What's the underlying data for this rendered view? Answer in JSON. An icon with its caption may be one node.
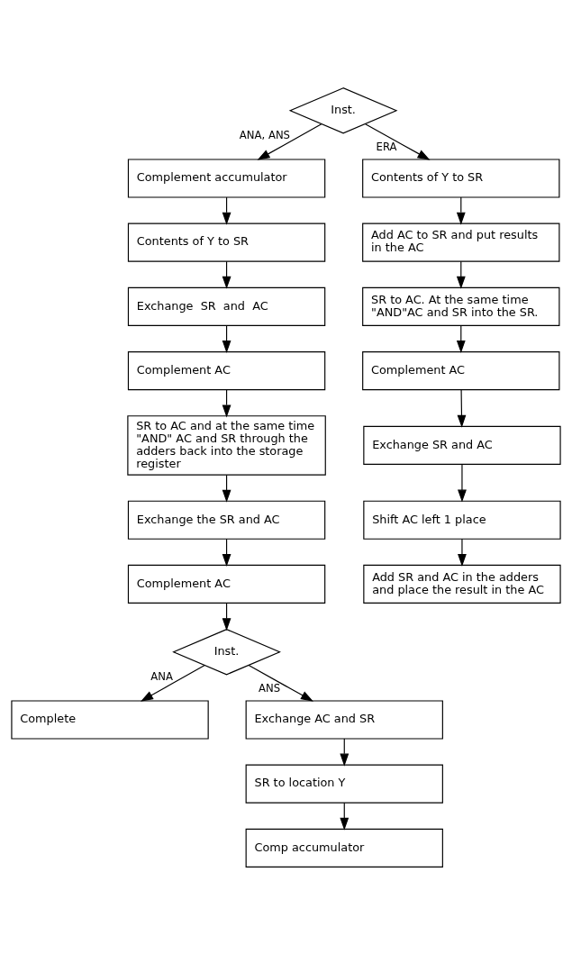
{
  "diagram": {
    "nodes": [
      {
        "text": [
          "Inst."
        ]
      },
      {
        "text": [
          "Complement accumulator"
        ]
      },
      {
        "text": [
          "Contents of Y to SR"
        ]
      },
      {
        "text": [
          "Exchange  SR  and  AC"
        ]
      },
      {
        "text": [
          "Complement AC"
        ]
      },
      {
        "text": [
          "SR to AC and at the same time \"AND\" AC and SR through the adders back into the storage register"
        ]
      },
      {
        "text": [
          "Exchange the SR and AC"
        ]
      },
      {
        "text": [
          "Complement AC"
        ]
      },
      {
        "text": [
          "Inst."
        ]
      },
      {
        "text": [
          "Complete"
        ]
      },
      {
        "text": [
          "Exchange AC and SR"
        ]
      },
      {
        "text": [
          "SR to location Y"
        ]
      },
      {
        "text": [
          "Comp accumulator"
        ]
      },
      {
        "text": [
          "Contents of Y to SR"
        ]
      },
      {
        "text": [
          "Add AC to SR and put results in the AC"
        ]
      },
      {
        "text": [
          "SR to AC. At the same time \"AND\"AC and SR into the SR."
        ]
      },
      {
        "text": [
          "Complement AC"
        ]
      },
      {
        "text": [
          "Exchange SR and AC"
        ]
      },
      {
        "text": [
          "Shift AC left 1 place"
        ]
      },
      {
        "text": [
          "Add SR and AC in the adders and place the result in the AC"
        ]
      }
    ],
    "edges": [
      {
        "from": 0,
        "to": 1,
        "arrow": "to",
        "label": "ANA, ANS"
      },
      {
        "from": 0,
        "to": 13,
        "arrow": "to",
        "label": "ERA"
      },
      {
        "from": 1,
        "to": 2,
        "arrow": "to"
      },
      {
        "from": 2,
        "to": 3,
        "arrow": "to"
      },
      {
        "from": 3,
        "to": 4,
        "arrow": "to"
      },
      {
        "from": 4,
        "to": 5,
        "arrow": "to"
      },
      {
        "from": 5,
        "to": 6,
        "arrow": "to"
      },
      {
        "from": 6,
        "to": 7,
        "arrow": "to"
      },
      {
        "from": 7,
        "to": 8,
        "arrow": "to"
      },
      {
        "from": 8,
        "to": 9,
        "arrow": "to",
        "label": "ANA"
      },
      {
        "from": 8,
        "to": 10,
        "arrow": "to",
        "label": "ANS"
      },
      {
        "from": 10,
        "to": 11,
        "arrow": "to"
      },
      {
        "from": 11,
        "to": 12,
        "arrow": "to"
      },
      {
        "from": 13,
        "to": 14,
        "arrow": "to"
      },
      {
        "from": 14,
        "to": 15,
        "arrow": "to"
      },
      {
        "from": 15,
        "to": 16,
        "arrow": "to"
      },
      {
        "from": 16,
        "to": 17,
        "arrow": "to"
      },
      {
        "from": 17,
        "to": 18,
        "arrow": "to"
      },
      {
        "from": 18,
        "to": 19,
        "arrow": "to"
      }
    ]
  }
}
